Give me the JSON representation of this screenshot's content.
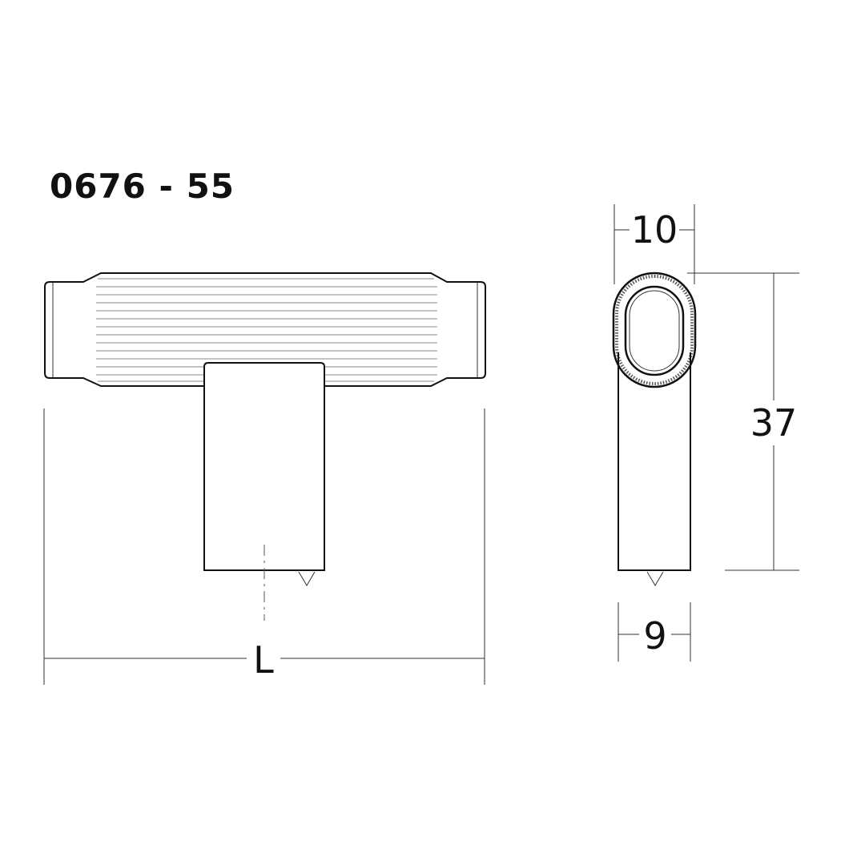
{
  "product": {
    "code": "0676 - 55"
  },
  "dimensions": {
    "length": "L",
    "width_top": "10",
    "height": "37",
    "width_base": "9"
  },
  "colors": {
    "line": "#111111",
    "groove": "#8a8a8a",
    "background": "#ffffff"
  }
}
